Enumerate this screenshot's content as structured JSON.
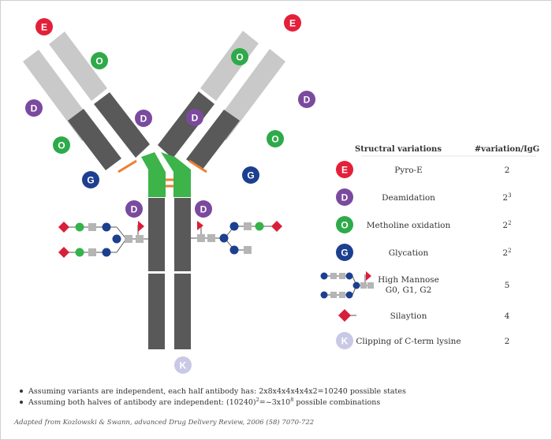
{
  "badges": {
    "E": {
      "letter": "E",
      "color": "#e3203a"
    },
    "O": {
      "letter": "O",
      "color": "#2eaa4a"
    },
    "D": {
      "letter": "D",
      "color": "#7a4a9e"
    },
    "G": {
      "letter": "G",
      "color": "#1c3f8f"
    },
    "K": {
      "letter": "K",
      "color": "#c9c9e6"
    }
  },
  "colors": {
    "light_chain_light": "#c9c9c9",
    "heavy_chain_dark": "#595959",
    "hinge_green": "#3cb44a",
    "disulfide_orange": "#ee7f2d",
    "glycan_diamond": "#d81f3a",
    "glycan_green": "#35b34a",
    "glycan_blue": "#1c3f8f",
    "glycan_square": "#b5b5b5"
  },
  "legend": {
    "header_variation": "Structral variations",
    "header_count": "#variation/IgG",
    "rows": [
      {
        "label": "Pyro-E",
        "count": "2",
        "sup": ""
      },
      {
        "label": "Deamidation",
        "count": "2",
        "sup": "3"
      },
      {
        "label": "Metholine oxidation",
        "count": "2",
        "sup": "2"
      },
      {
        "label": "Glycation",
        "count": "2",
        "sup": "2"
      },
      {
        "label": "High Mannose",
        "label2": "G0, G1, G2",
        "count": "5",
        "sup": ""
      },
      {
        "label": "Silaytion",
        "count": "4",
        "sup": ""
      },
      {
        "label": "Clipping of C-term lysine",
        "count": "2",
        "sup": ""
      }
    ]
  },
  "notes": [
    {
      "text": "Assuming variants are independent, each half antibody has: 2x8x4x4x4x4x2=10240 possible states"
    },
    {
      "text_main": "Assuming both halves of antibody are independent: (10240)",
      "sup1": "2",
      "text_mid": "=~3x10",
      "sup2": "8",
      "text_end": " possible combinations"
    }
  ],
  "citation": "Adapted from Kozlowski & Swann, advanced Drug Delivery Review, 2006 (58) 7070-722"
}
